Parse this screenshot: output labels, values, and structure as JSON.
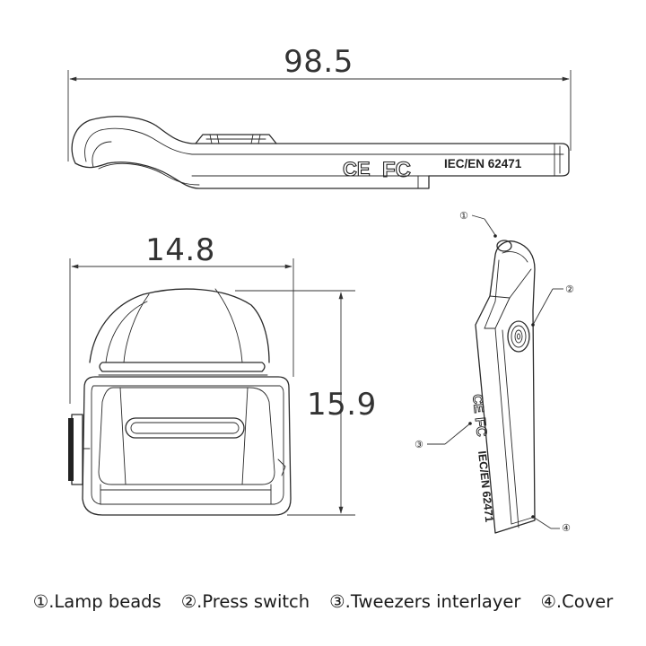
{
  "dimensions": {
    "length": "98.5",
    "width": "14.8",
    "height": "15.9"
  },
  "markings": {
    "ce": "CE",
    "fc": "FC",
    "standard": "IEC/EN 62471"
  },
  "callouts": [
    "①",
    "②",
    "③",
    "④"
  ],
  "legend": [
    {
      "marker": "①",
      "label": ".Lamp beads"
    },
    {
      "marker": "②",
      "label": ".Press switch"
    },
    {
      "marker": "③",
      "label": ".Tweezers interlayer"
    },
    {
      "marker": "④",
      "label": ".Cover"
    }
  ]
}
